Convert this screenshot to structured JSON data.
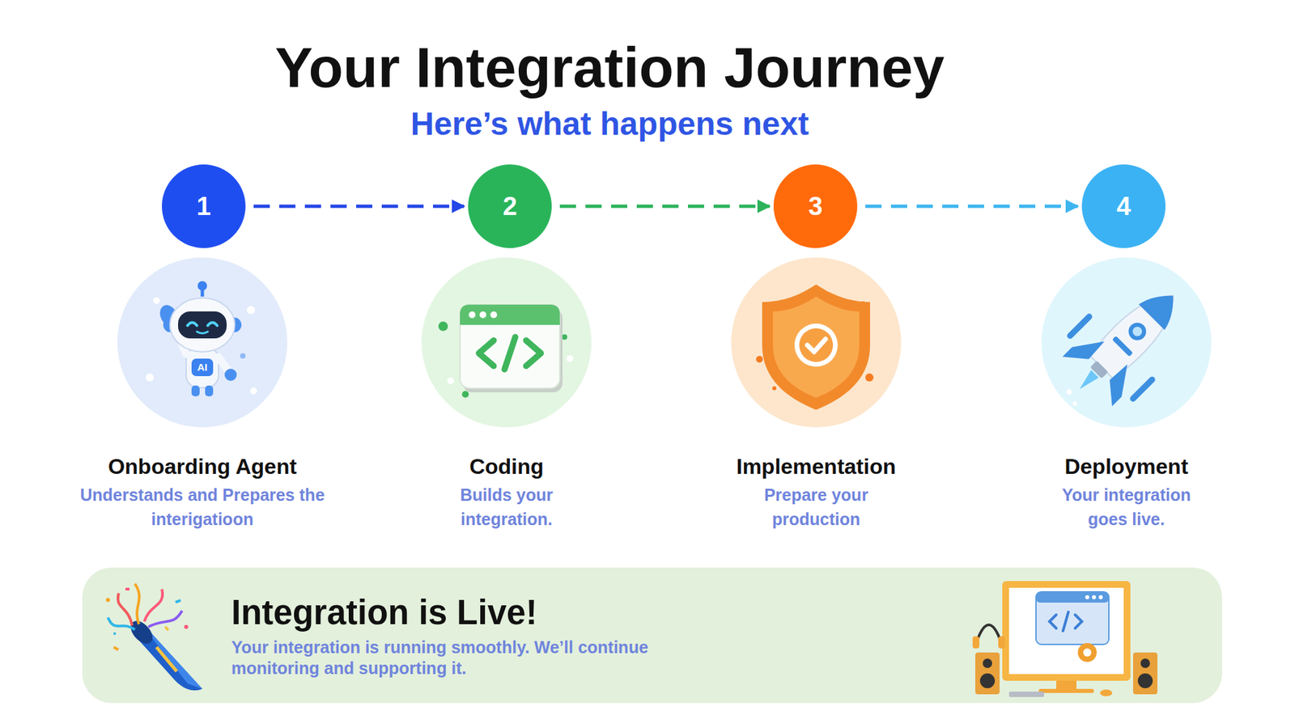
{
  "diagram": {
    "title": "Your Integration Journey",
    "nodes": [
      {
        "text": [
          "1"
        ]
      },
      {
        "text": [
          "2"
        ]
      },
      {
        "text": [
          "3"
        ]
      },
      {
        "text": [
          "4"
        ]
      },
      {
        "text": [
          "Onboarding Agent",
          "Understands and Prepares the interigatioon"
        ]
      },
      {
        "text": [
          "Coding",
          "Builds your integration."
        ]
      },
      {
        "text": [
          "Implementation",
          "Prepare your production"
        ]
      },
      {
        "text": [
          "Deployment",
          "Your integration goes live."
        ]
      },
      {
        "text": [
          "Integration is Live!",
          "Your integration is running smoothly. We’ll continue monitoring and supporting it."
        ]
      }
    ],
    "edges": [
      {
        "from": 0,
        "to": 1,
        "arrow": "to"
      },
      {
        "from": 1,
        "to": 2,
        "arrow": "to"
      },
      {
        "from": 2,
        "to": 3,
        "arrow": "to"
      }
    ],
    "labels": [
      "Here’s what happens next",
      "AI"
    ]
  }
}
